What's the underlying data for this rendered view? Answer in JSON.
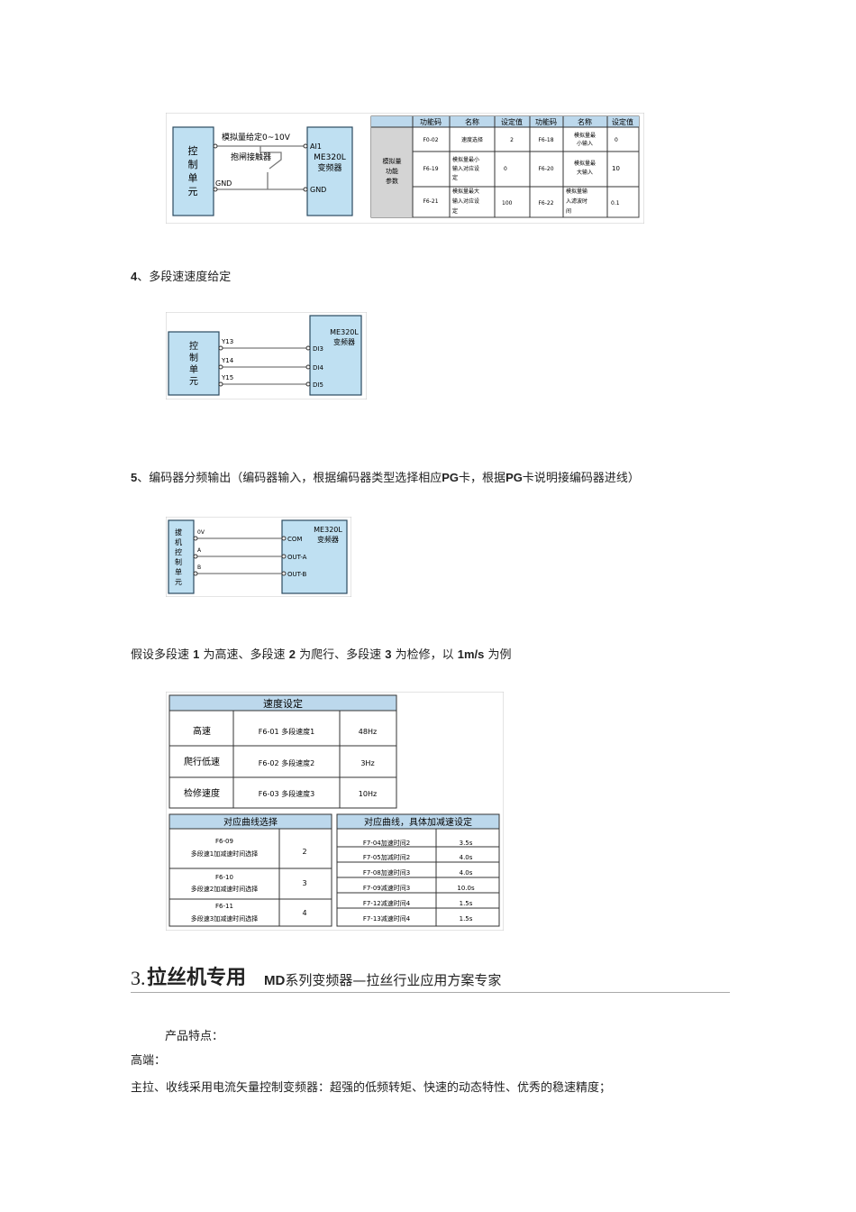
{
  "diagram1": {
    "unit_label": [
      "控",
      "制",
      "单",
      "元"
    ],
    "signal_label": "模拟量给定0~10V",
    "contact_label": "抱闸接触器",
    "gnd_left": "GND",
    "ai1": "AI1",
    "gnd_right": "GND",
    "drive_label_1": "ME320L",
    "drive_label_2": "变频器",
    "table": {
      "headers": [
        "功能码",
        "名称",
        "设定值",
        "功能码",
        "名称",
        "设定值"
      ],
      "group_label": [
        "模拟量",
        "功能",
        "参数"
      ],
      "rows": [
        {
          "code1": "F0-02",
          "name1": [
            "速度选择"
          ],
          "val1": "2",
          "code2": "F6-18",
          "name2": [
            "模拟量最",
            "小输入"
          ],
          "val2": "0"
        },
        {
          "code1": "F6-19",
          "name1": [
            "模拟量最小",
            "输入对应设",
            "定"
          ],
          "val1": "0",
          "code2": "F6-20",
          "name2": [
            "模拟量最",
            "大输入"
          ],
          "val2": "10"
        },
        {
          "code1": "F6-21",
          "name1": [
            "模拟量最大",
            "输入对应设",
            "定"
          ],
          "val1": "100",
          "code2": "F6-22",
          "name2": [
            "模拟量输",
            "入滤波时",
            "间"
          ],
          "val2": "0.1"
        }
      ]
    }
  },
  "section4": {
    "num": "4",
    "text": "、多段速速度给定"
  },
  "diagram2": {
    "unit_label": [
      "控",
      "制",
      "单",
      "元"
    ],
    "drive_label_1": "ME320L",
    "drive_label_2": "变频器",
    "lines": [
      {
        "left": "Y13",
        "right": "DI3"
      },
      {
        "left": "Y14",
        "right": "DI4"
      },
      {
        "left": "Y15",
        "right": "DI5"
      }
    ]
  },
  "section5": {
    "num": "5",
    "text_a": "、编码器分频输出（编码器输入，根据编码器类型选择相应",
    "pg1": "PG",
    "text_b": "卡，根据",
    "pg2": "PG",
    "text_c": "卡说明接编码器进线）"
  },
  "diagram3": {
    "unit_label": [
      "拔",
      "机",
      "控",
      "制",
      "单",
      "元"
    ],
    "drive_label_1": "ME320L",
    "drive_label_2": "变频器",
    "lines": [
      {
        "left": "0V",
        "right": "COM"
      },
      {
        "left": "A",
        "right": "OUT-A"
      },
      {
        "left": "B",
        "right": "OUT-B"
      }
    ]
  },
  "assume": {
    "t1": "假设多段速",
    "n1": "1",
    "t2": "为高速、多段速",
    "n2": "2",
    "t3": "为爬行、多段速",
    "n3": "3",
    "t4": "为检修，以",
    "n4": "1m/s",
    "t5": "为例"
  },
  "speed_table": {
    "title": "速度设定",
    "rows": [
      {
        "name": "高速",
        "param": "F6-01 多段速度1",
        "value": "48Hz"
      },
      {
        "name": "爬行低速",
        "param": "F6-02 多段速度2",
        "value": "3Hz"
      },
      {
        "name": "检修速度",
        "param": "F6-03 多段速度3",
        "value": "10Hz"
      }
    ]
  },
  "curve_select": {
    "title": "对应曲线选择",
    "rows": [
      {
        "l1": "F6-09",
        "l2": "多段速1加减速时间选择",
        "value": "2"
      },
      {
        "l1": "F6-10",
        "l2": "多段速2加减速时间选择",
        "value": "3"
      },
      {
        "l1": "F6-11",
        "l2": "多段速3加减速时间选择",
        "value": "4"
      }
    ]
  },
  "accel_table": {
    "title": "对应曲线，具体加减速设定",
    "rows": [
      {
        "param": "F7-04加速时间2",
        "value": "3.5s"
      },
      {
        "param": "F7-05加减时间2",
        "value": "4.0s"
      },
      {
        "param": "F7-08加速时间3",
        "value": "4.0s"
      },
      {
        "param": "F7-09减速时间3",
        "value": "10.0s"
      },
      {
        "param": "F7-12减速时间4",
        "value": "1.5s"
      },
      {
        "param": "F7-13减速时间4",
        "value": "1.5s"
      }
    ]
  },
  "section3": {
    "num": "3.",
    "title": "拉丝机专用",
    "sub_md": "MD",
    "sub_text": "系列变频器—拉丝行业应用方案专家"
  },
  "features": {
    "heading": "产品特点：",
    "high": "高端：",
    "desc": "主拉、收线采用电流矢量控制变频器：超强的低频转矩、快速的动态特性、优秀的稳速精度；"
  }
}
